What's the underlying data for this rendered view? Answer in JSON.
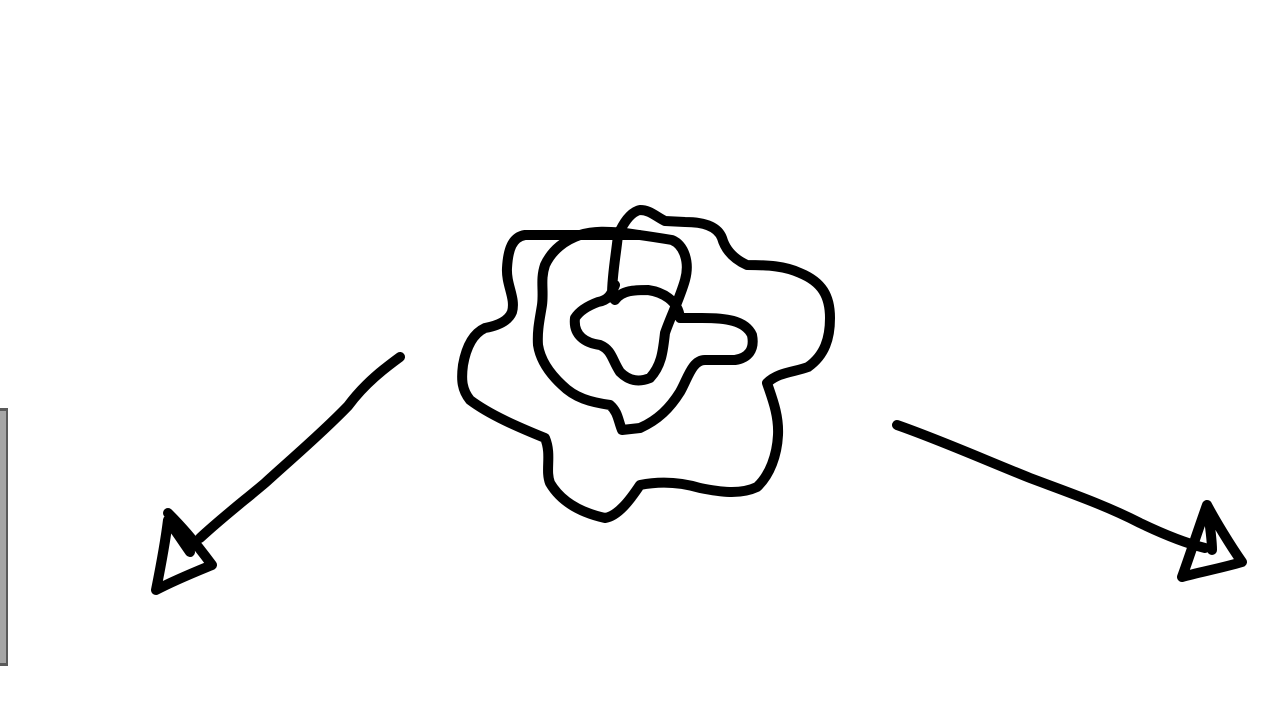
{
  "canvas": {
    "background_color": "#ffffff",
    "ink_color": "#000000"
  },
  "strokes": [
    {
      "name": "spiral-flower-stroke",
      "kind": "freehand"
    },
    {
      "name": "left-arrow-stroke",
      "kind": "freehand"
    },
    {
      "name": "left-arrowhead-stroke",
      "kind": "freehand"
    },
    {
      "name": "right-arrow-stroke",
      "kind": "freehand"
    },
    {
      "name": "right-arrowhead-stroke",
      "kind": "freehand"
    }
  ],
  "side_panel": {
    "color": "#a6a6a6",
    "border_color": "#5a5a5a"
  }
}
